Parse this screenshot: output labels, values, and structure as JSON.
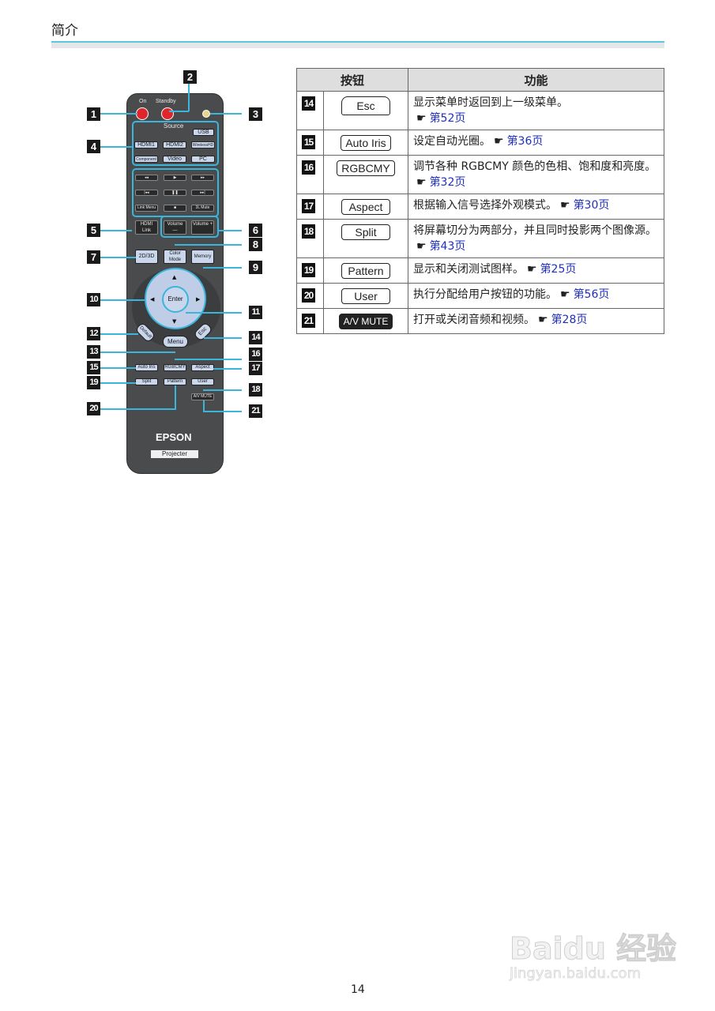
{
  "header": {
    "title": "简介"
  },
  "remote": {
    "labels": {
      "on": "On",
      "standby": "Standby",
      "source": "Source"
    },
    "source_buttons": [
      "USB",
      "HDMI1",
      "HDMI2",
      "WirelessHD",
      "Component",
      "Video",
      "PC"
    ],
    "media_buttons": [
      "◂◂",
      "▶",
      "▸▸",
      "|◂◂",
      "❚❚",
      "▸▸|",
      "Link Menu",
      "■",
      "3L Mute"
    ],
    "hdmi_link": "HDMI Link",
    "volume_minus": "Volume —",
    "volume_plus": "Volume +",
    "two_d_three_d": "2D/3D",
    "color_mode": "Color Mode",
    "memory": "Memory",
    "enter": "Enter",
    "default": "Default",
    "menu": "Menu",
    "esc": "Esc",
    "auto_iris": "Auto Iris",
    "rgbcmy": "RGBCMY",
    "aspect": "Aspect",
    "split": "Split",
    "pattern": "Pattern",
    "user": "User",
    "av_mute": "A/V MUTE",
    "brand": "EPSON",
    "model_label": "Projecter",
    "callouts": [
      "1",
      "2",
      "3",
      "4",
      "5",
      "6",
      "7",
      "8",
      "9",
      "10",
      "11",
      "12",
      "13",
      "14",
      "15",
      "16",
      "17",
      "18",
      "19",
      "20",
      "21"
    ]
  },
  "table": {
    "headers": {
      "button": "按钮",
      "function": "功能"
    },
    "rows": [
      {
        "num": "14",
        "button": "Esc",
        "desc": "显示菜单时返回到上一级菜单。",
        "page": "第52页"
      },
      {
        "num": "15",
        "button": "Auto Iris",
        "desc": "设定自动光圈。",
        "page": "第36页"
      },
      {
        "num": "16",
        "button": "RGBCMY",
        "desc": "调节各种 RGBCMY 颜色的色相、饱和度和亮度。",
        "page": "第32页"
      },
      {
        "num": "17",
        "button": "Aspect",
        "desc": "根据输入信号选择外观模式。",
        "page": "第30页"
      },
      {
        "num": "18",
        "button": "Split",
        "desc": "将屏幕切分为两部分，并且同时投影两个图像源。",
        "page": "第43页"
      },
      {
        "num": "19",
        "button": "Pattern",
        "desc": "显示和关闭测试图样。",
        "page": "第25页"
      },
      {
        "num": "20",
        "button": "User",
        "desc": "执行分配给用户按钮的功能。",
        "page": "第56页"
      },
      {
        "num": "21",
        "button": "A/V MUTE",
        "desc": "打开或关闭音频和视频。",
        "page": "第28页"
      }
    ],
    "ref_icon": "☛"
  },
  "watermark": {
    "main": "Baidu 经验",
    "url": "jingyan.baidu.com"
  },
  "footer": {
    "page_number": "14"
  },
  "colors": {
    "accent": "#3ab6dc",
    "header_rule": "#5bc6df",
    "link": "#1f2fbf",
    "remote_body": "#4a4b4c",
    "button_fill": "#c9d6ec"
  }
}
